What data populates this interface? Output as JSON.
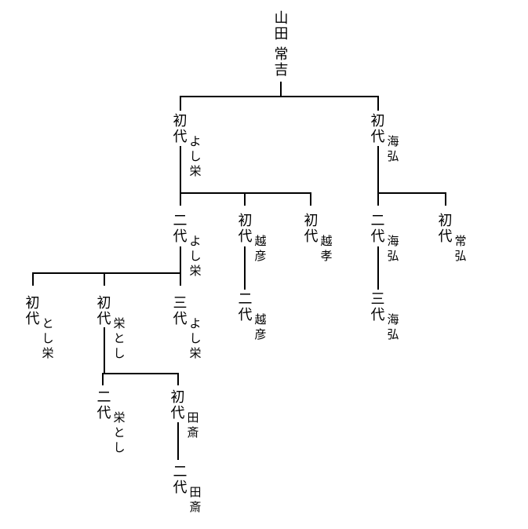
{
  "tree": {
    "root": {
      "family": "山田",
      "given": "常吉"
    },
    "nodes": {
      "shodai_yoshie": {
        "gen": "初代",
        "name": "よし栄"
      },
      "shodai_kaihiro": {
        "gen": "初代",
        "name": "海弘"
      },
      "nidai_yoshie": {
        "gen": "二代",
        "name": "よし栄"
      },
      "shodai_koshihiko": {
        "gen": "初代",
        "name": "越彦"
      },
      "shodai_koshitaka": {
        "gen": "初代",
        "name": "越孝"
      },
      "nidai_kaihiro": {
        "gen": "二代",
        "name": "海弘"
      },
      "shodai_tsunehiro": {
        "gen": "初代",
        "name": "常弘"
      },
      "shodai_toshie": {
        "gen": "初代",
        "name": "とし栄"
      },
      "shodai_eitoshi": {
        "gen": "初代",
        "name": "栄とし"
      },
      "sandai_yoshie": {
        "gen": "三代",
        "name": "よし栄"
      },
      "nidai_koshihiko": {
        "gen": "二代",
        "name": "越彦"
      },
      "sandai_kaihiro": {
        "gen": "三代",
        "name": "海弘"
      },
      "nidai_eitoshi": {
        "gen": "二代",
        "name": "栄とし"
      },
      "shodai_densai": {
        "gen": "初代",
        "name": "田斎"
      },
      "nidai_densai": {
        "gen": "二代",
        "name": "田斎"
      }
    },
    "relations": {
      "山田 常吉": [
        "初代よし栄",
        "初代海弘"
      ],
      "初代よし栄": [
        "二代よし栄",
        "初代越彦",
        "初代越孝"
      ],
      "初代海弘": [
        "二代海弘",
        "初代常弘"
      ],
      "二代よし栄": [
        "初代とし栄",
        "初代栄とし",
        "三代よし栄"
      ],
      "初代越彦": [
        "二代越彦"
      ],
      "二代海弘": [
        "三代海弘"
      ],
      "初代栄とし": [
        "二代栄とし",
        "初代田斎"
      ],
      "初代田斎": [
        "二代田斎"
      ]
    },
    "colors": {
      "line": "#000000",
      "text": "#000000",
      "background": "#ffffff"
    }
  }
}
